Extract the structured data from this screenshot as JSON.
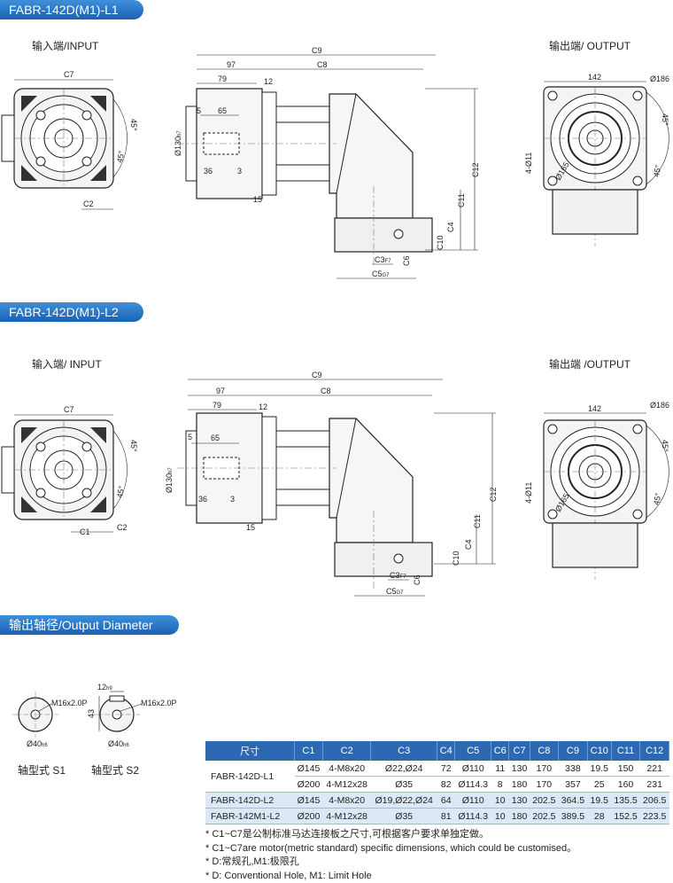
{
  "sections": {
    "l1_title": "FABR-142D(M1)-L1",
    "l2_title": "FABR-142D(M1)-L2",
    "shaft_title": "输出轴径/Output Diameter"
  },
  "labels": {
    "l1_input": "输入端/INPUT",
    "l1_output": "输出端/ OUTPUT",
    "l2_input": "输入端/ INPUT",
    "l2_output": "输出端 /OUTPUT",
    "shaft_s1": "轴型式 S1",
    "shaft_s2": "轴型式 S2"
  },
  "dims": {
    "c1": "C1",
    "c2": "C2",
    "c3": "C3",
    "c3tol": "F7",
    "c4": "C4",
    "c5": "C5",
    "c5tol": "G7",
    "c6": "C6",
    "c7": "C7",
    "c8": "C8",
    "c9": "C9",
    "c10": "C10",
    "c11": "C11",
    "c12": "C12",
    "d97": "97",
    "d79": "79",
    "d65": "65",
    "d5": "5",
    "d12": "12",
    "d36": "36",
    "d3": "3",
    "d15": "15",
    "pilot": "Ø130",
    "pilot_tol": "h7",
    "d142": "142",
    "d186": "Ø186",
    "ang45": "45°",
    "holes": "4-Ø11",
    "d165": "Ø165",
    "thread": "M16x2.0P",
    "shaft_dia": "Ø40",
    "shaft_tol": "h6",
    "key_w": "12",
    "key_tol": "h9",
    "key_h": "43"
  },
  "table": {
    "headers": [
      "尺寸",
      "C1",
      "C2",
      "C3",
      "C4",
      "C5",
      "C6",
      "C7",
      "C8",
      "C9",
      "C10",
      "C11",
      "C12"
    ],
    "rows": [
      [
        "FABR-142D-L1",
        "Ø145",
        "4-M8x20",
        "Ø22,Ø24",
        "72",
        "Ø110",
        "11",
        "130",
        "170",
        "338",
        "19.5",
        "150",
        "221"
      ],
      [
        "",
        "Ø200",
        "4-M12x28",
        "Ø35",
        "82",
        "Ø114.3",
        "8",
        "180",
        "170",
        "357",
        "25",
        "160",
        "231"
      ],
      [
        "FABR-142D-L2",
        "Ø145",
        "4-M8x20",
        "Ø19,Ø22,Ø24",
        "64",
        "Ø110",
        "10",
        "130",
        "202.5",
        "364.5",
        "19.5",
        "135.5",
        "206.5"
      ],
      [
        "FABR-142M1-L2",
        "Ø200",
        "4-M12x28",
        "Ø35",
        "81",
        "Ø114.3",
        "10",
        "180",
        "202.5",
        "389.5",
        "28",
        "152.5",
        "223.5"
      ]
    ]
  },
  "notes": [
    "* C1~C7是公制标准马达连接板之尺寸,可根据客户要求单独定做。",
    "* C1~C7are motor(metric standard)  specific dimensions, which could be customised。",
    "* D:常规孔,M1:极限孔",
    "* D: Conventional Hole, M1: Limit Hole"
  ]
}
